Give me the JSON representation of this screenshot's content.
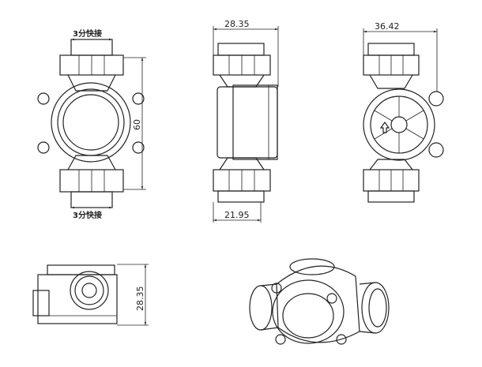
{
  "labels": {
    "fitting_top": "3分快接",
    "fitting_bottom": "3分快接",
    "height_front": "60",
    "width_side_top": "28.35",
    "width_side_bottom": "21.95",
    "width_back": "36.42",
    "height_bottom_view": "28.35"
  }
}
